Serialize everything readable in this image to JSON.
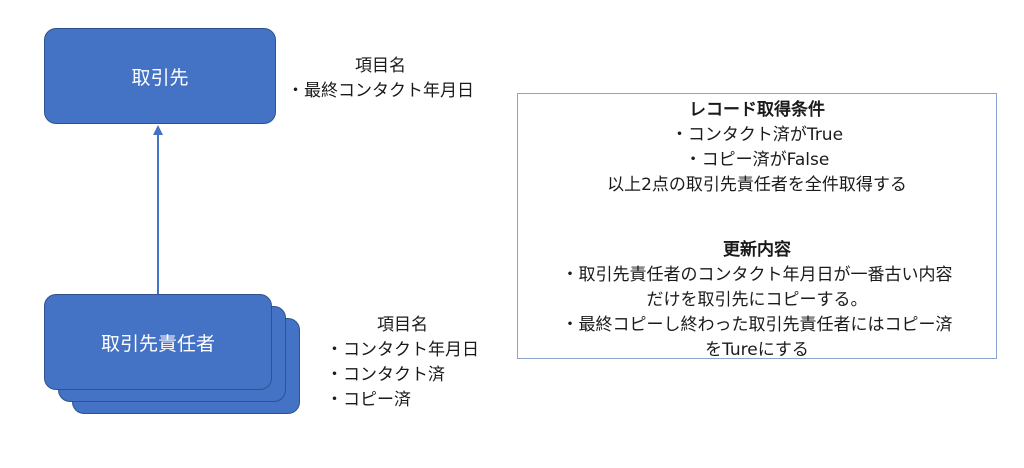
{
  "account": {
    "label": "取引先",
    "fields_title": "項目名",
    "fields": [
      "・最終コンタクト年月日"
    ]
  },
  "contact": {
    "label": "取引先責任者",
    "fields_title": "項目名",
    "fields": [
      "・コンタクト年月日",
      "・コンタクト済",
      "・コピー済"
    ]
  },
  "conditions": {
    "heading": "レコード取得条件",
    "lines": [
      "・コンタクト済がTrue",
      "・コピー済がFalse",
      "以上2点の取引先責任者を全件取得する"
    ]
  },
  "updates": {
    "heading": "更新内容",
    "lines": [
      "・取引先責任者のコンタクト年月日が一番古い内容",
      "だけを取引先にコピーする。",
      "・最終コピーし終わった取引先責任者にはコピー済",
      "をTureにする"
    ]
  },
  "colors": {
    "box_fill": "#4472c4",
    "box_border": "#2f528f",
    "panel_border": "#8aa4cf"
  }
}
